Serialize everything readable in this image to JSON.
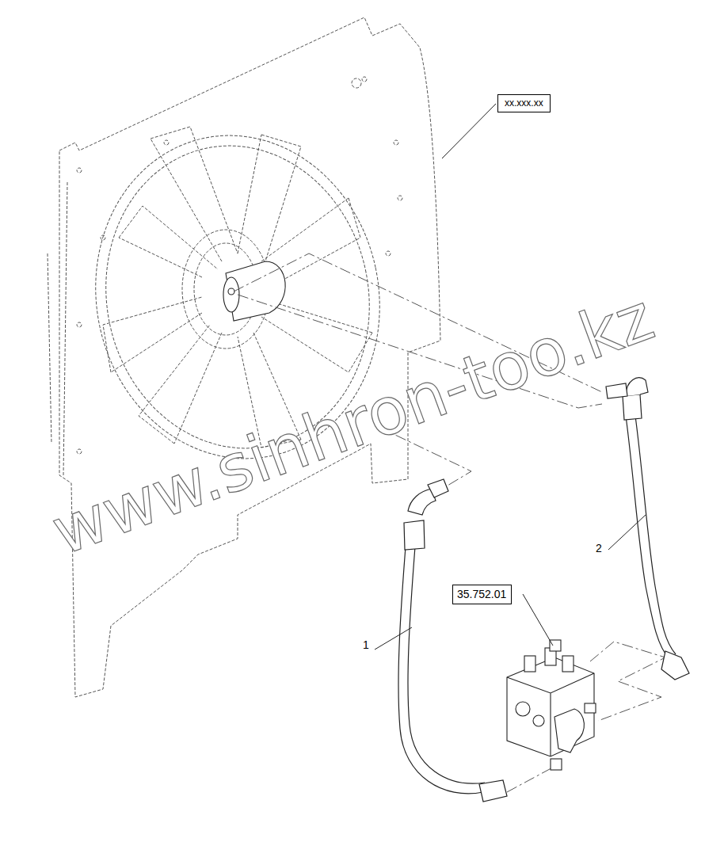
{
  "diagram": {
    "nodes": [
      {
        "text": [
          "xx.xxx.xx"
        ]
      },
      {
        "text": [
          "35.752.01"
        ]
      }
    ],
    "labels": [
      "1",
      "2",
      "www.sinhron-too.kz"
    ]
  }
}
